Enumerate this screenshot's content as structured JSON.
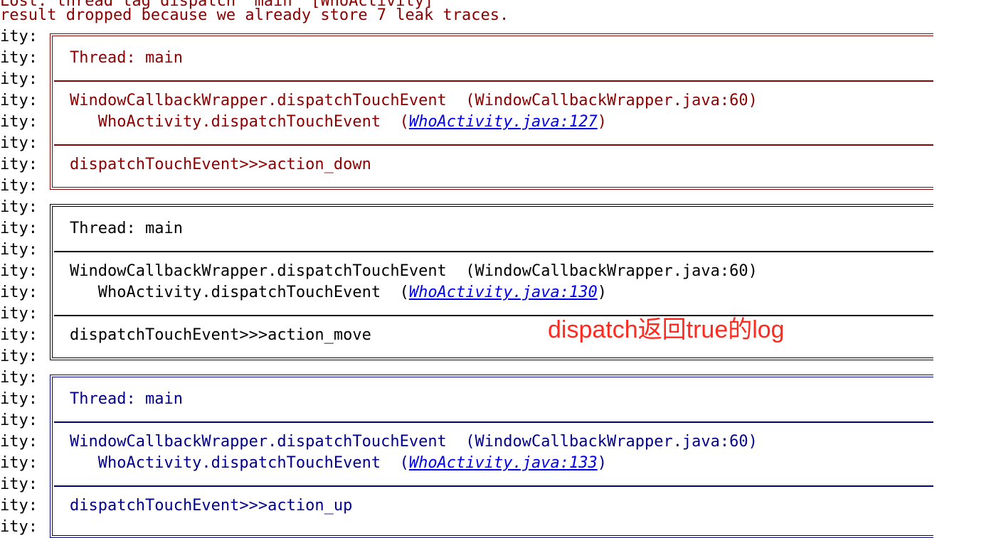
{
  "header": {
    "line1": "Lost: thread tag dispatch  main  [WhoActivity]",
    "line2": "result dropped because we already store 7 leak traces."
  },
  "gutter": {
    "label": "ity:",
    "count": 24
  },
  "blocks": [
    {
      "color": "#8b0000",
      "thread": "Thread: main",
      "frame1": "WindowCallbackWrapper.dispatchTouchEvent  (WindowCallbackWrapper.java:60)",
      "frame2_prefix": "   WhoActivity.dispatchTouchEvent  (",
      "frame2_link": "WhoActivity.java:127",
      "frame2_suffix": ")",
      "message": "dispatchTouchEvent>>>action_down"
    },
    {
      "color": "#000000",
      "thread": "Thread: main",
      "frame1": "WindowCallbackWrapper.dispatchTouchEvent  (WindowCallbackWrapper.java:60)",
      "frame2_prefix": "   WhoActivity.dispatchTouchEvent  (",
      "frame2_link": "WhoActivity.java:130",
      "frame2_suffix": ")",
      "message": "dispatchTouchEvent>>>action_move"
    },
    {
      "color": "#00008b",
      "thread": "Thread: main",
      "frame1": "WindowCallbackWrapper.dispatchTouchEvent  (WindowCallbackWrapper.java:60)",
      "frame2_prefix": "   WhoActivity.dispatchTouchEvent  (",
      "frame2_link": "WhoActivity.java:133",
      "frame2_suffix": ")",
      "message": "dispatchTouchEvent>>>action_up"
    }
  ],
  "annotation": "dispatch返回true的log"
}
